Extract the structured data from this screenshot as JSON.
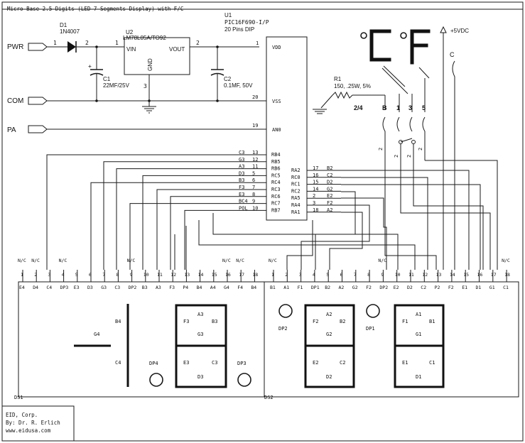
{
  "title": "Micro Base 2.5 Digits (LED 7 Segments Display) with F/C",
  "ports": {
    "pwr": "PWR",
    "com": "COM",
    "pa": "PA"
  },
  "d1": {
    "ref": "D1",
    "part": "1N4007",
    "pin1": "1",
    "pin2": "2"
  },
  "u2": {
    "ref": "U2",
    "part": "LM78L05A/TO92",
    "vin": "VIN",
    "vout": "VOUT",
    "gnd": "GND",
    "pin1": "1",
    "pin2": "2",
    "pin3": "3"
  },
  "c1": {
    "ref": "C1",
    "value": "22MF/25V",
    "plus": "+"
  },
  "c2": {
    "ref": "C2",
    "value": "0.1MF, 50V"
  },
  "u1": {
    "ref": "U1",
    "part": "PIC16F690-I/P",
    "pkg": "20 Pins DIP",
    "top_pins": [
      {
        "num": "1",
        "name": "VDD"
      },
      {
        "num": "20",
        "name": "VSS"
      },
      {
        "num": "19",
        "name": "AN0"
      }
    ],
    "left_pins": [
      {
        "net": "C3",
        "num": "13",
        "name": "RB4"
      },
      {
        "net": "G3",
        "num": "12",
        "name": "RB5"
      },
      {
        "net": "A3",
        "num": "11",
        "name": "RB6"
      },
      {
        "net": "D3",
        "num": "5",
        "name": "RC5"
      },
      {
        "net": "B3",
        "num": "6",
        "name": "RC4"
      },
      {
        "net": "F3",
        "num": "7",
        "name": "RC3"
      },
      {
        "net": "E3",
        "num": "8",
        "name": "RC6"
      },
      {
        "net": "BC4",
        "num": "9",
        "name": "RC7"
      },
      {
        "net": "POL",
        "num": "10",
        "name": "RB7"
      }
    ],
    "right_pins": [
      {
        "name": "RA2",
        "num": "17",
        "net": "B2"
      },
      {
        "name": "RC0",
        "num": "16",
        "net": "C2"
      },
      {
        "name": "RC1",
        "num": "15",
        "net": "D2"
      },
      {
        "name": "RC2",
        "num": "14",
        "net": "G2"
      },
      {
        "name": "RA5",
        "num": "2",
        "net": "E2"
      },
      {
        "name": "RA4",
        "num": "3",
        "net": "F2"
      },
      {
        "name": "RA1",
        "num": "18",
        "net": "A2"
      }
    ]
  },
  "r1": {
    "ref": "R1",
    "value": "150, .25W, 5%"
  },
  "jumper": {
    "pins": [
      "2/4",
      "B",
      "1",
      "3",
      "5"
    ],
    "two": "2"
  },
  "units": {
    "celsius": "°C",
    "fahrenheit": "°F",
    "c_label": "C"
  },
  "supply": {
    "label": "+5VDC"
  },
  "ds1": {
    "ref": "DS1",
    "pin_nums": [
      "1",
      "2",
      "3",
      "4",
      "5",
      "6",
      "7",
      "8",
      "9",
      "10",
      "11",
      "12",
      "13",
      "14",
      "15",
      "16",
      "17",
      "18"
    ],
    "pin_names": [
      "E4",
      "D4",
      "C4",
      "DP3",
      "E3",
      "D3",
      "G3",
      "C3",
      "DP2",
      "B3",
      "A3",
      "F3",
      "P4",
      "B4",
      "A4",
      "G4",
      "F4",
      "B4"
    ],
    "nc_labels": [
      "N/C",
      "N/C",
      "N/C",
      "N/C",
      "N/C",
      "N/C"
    ],
    "seg_labels": {
      "b4": "B4",
      "g4": "G4",
      "c4": "C4",
      "dp4": "DP4",
      "dp3": "DP3",
      "a3": "A3",
      "f3": "F3",
      "b3": "B3",
      "g3": "G3",
      "e3": "E3",
      "c3": "C3",
      "d3": "D3"
    }
  },
  "ds2": {
    "ref": "DS2",
    "pin_nums": [
      "1",
      "2",
      "3",
      "4",
      "5",
      "6",
      "7",
      "8",
      "9",
      "10",
      "11",
      "12",
      "13",
      "14",
      "15",
      "16",
      "17",
      "18"
    ],
    "pin_names": [
      "B1",
      "A1",
      "F1",
      "DP1",
      "B2",
      "A2",
      "G2",
      "F2",
      "DP2",
      "E2",
      "D2",
      "C2",
      "P2",
      "F2",
      "E1",
      "D1",
      "G1",
      "C1"
    ],
    "nc_labels": [
      "N/C",
      "N/C",
      "N/C"
    ],
    "seg_labels": {
      "dp2": "DP2",
      "a2": "A2",
      "f2": "F2",
      "b2": "B2",
      "g2": "G2",
      "e2": "E2",
      "c2": "C2",
      "d2": "D2",
      "dp1": "DP1",
      "a1": "A1",
      "f1": "F1",
      "b1": "B1",
      "g1": "G1",
      "e1": "E1",
      "c1": "C1",
      "d1": "D1"
    }
  },
  "footer": {
    "company": "EID, Corp.",
    "author": "By: Dr. R. Erlich",
    "web": "www.eidusa.com"
  }
}
